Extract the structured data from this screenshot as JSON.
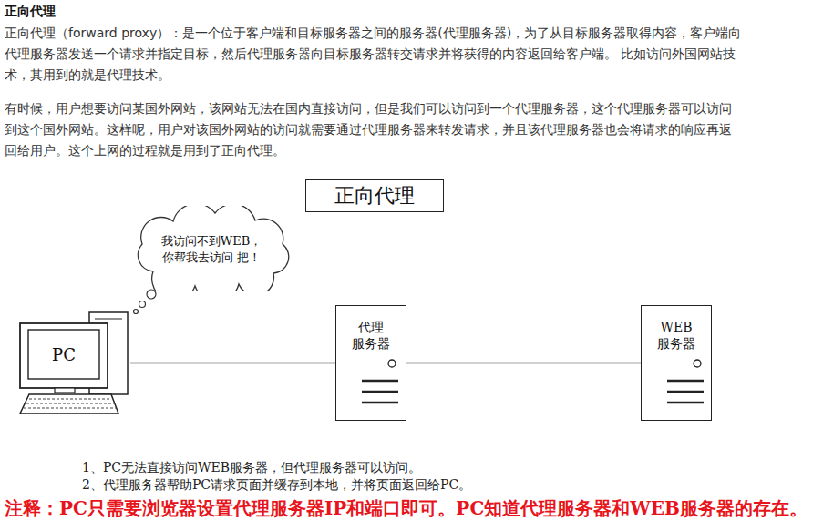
{
  "diagram": {
    "title": "正向代理",
    "nodes": [
      {
        "text": [
          "正向代理"
        ]
      },
      {
        "text": [
          "我访问不到WEB， 你帮我去访问 把！"
        ]
      },
      {
        "text": [
          "PC"
        ]
      },
      {
        "text": [
          "代理 服务器"
        ]
      },
      {
        "text": [
          "WEB 服务器"
        ]
      }
    ],
    "edges": [
      {
        "from": 2,
        "to": 3,
        "arrow": "none"
      },
      {
        "from": 3,
        "to": 4,
        "arrow": "none"
      }
    ],
    "labels": [
      "正向代理（forward proxy）：是一个位于客户端和目标服务器之间的服务器(代理服务器)，为了从目标服务器取得内容，客户端向代理服务器发送一个请求并指定目标，然后代理服务器向目标服务器转交请求并将获得的内容返回给客户端。 比如访问外国网站技术，其用到的就是代理技术。",
      "有时候，用户想要访问某国外网站，该网站无法在国内直接访问，但是我们可以访问到一个代理服务器，这个代理服务器可以访问到这个国外网站。这样呢，用户对该国外网站的访问就需要通过代理服务器来转发请求，并且该代理服务器也会将请求的响应再返回给用户。这个上网的过程就是用到了正向代理。",
      "1、PC无法直接访问WEB服务器，但代理服务器可以访问。",
      "2、代理服务器帮助PC请求页面并缓存到本地，并将页面返回给PC。",
      "注释：PC只需要浏览器设置代理服务器IP和端口即可。PC知道代理服务器和WEB服务器的存在。"
    ]
  }
}
